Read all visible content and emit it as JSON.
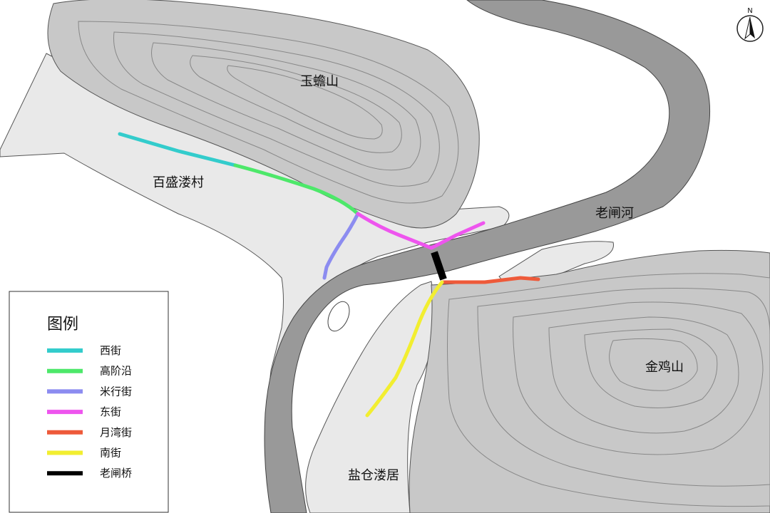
{
  "labels": {
    "yuchan_mountain": "玉蟾山",
    "jinji_mountain": "金鸡山",
    "baisheng_village": "百盛溇村",
    "laozha_river": "老闸河",
    "yancang_settlement": "盐仓溇居"
  },
  "north_arrow": {
    "letter": "N",
    "icon": "north-arrow-icon"
  },
  "legend": {
    "title": "图例",
    "items": [
      {
        "label": "西街",
        "color": "#33cccc"
      },
      {
        "label": "高阶沿",
        "color": "#4de86a"
      },
      {
        "label": "米行街",
        "color": "#8c8cf0"
      },
      {
        "label": "东街",
        "color": "#ee55ee"
      },
      {
        "label": "月湾街",
        "color": "#ee5a3a"
      },
      {
        "label": "南街",
        "color": "#f2ee30"
      },
      {
        "label": "老闸桥",
        "color": "#000000"
      }
    ]
  },
  "colors": {
    "land": "#e9e9e9",
    "mountain": "#c8c8c8",
    "river": "#999999",
    "contour": "#888888"
  }
}
